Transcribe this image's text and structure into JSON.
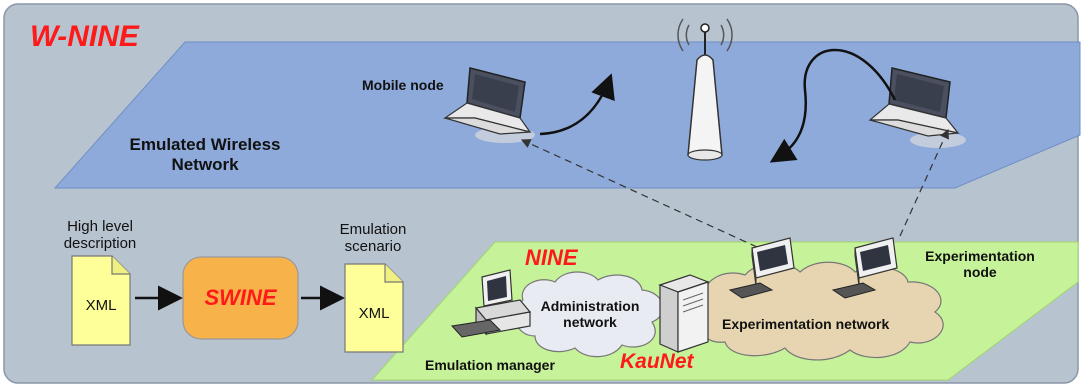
{
  "title": "W-NINE",
  "colors": {
    "outer_bg": "#b8c3d0",
    "wireless_plane": "#8eaadb",
    "nine_plane": "#c6f29a",
    "doc_fill": "#ffff99",
    "swine_fill": "#f7b24a",
    "cloud_admin": "#e8ebf2",
    "cloud_exp": "#e6d5b0",
    "accent_red": "#ff1a1a"
  },
  "wireless": {
    "label_line1": "Emulated Wireless",
    "label_line2": "Network",
    "mobile_node_label": "Mobile node"
  },
  "pipeline": {
    "input_label_line1": "High level",
    "input_label_line2": "description",
    "input_doc_text": "XML",
    "tool_label": "SWINE",
    "output_label_line1": "Emulation",
    "output_label_line2": "scenario",
    "output_doc_text": "XML"
  },
  "nine": {
    "title": "NINE",
    "admin_network_line1": "Administration",
    "admin_network_line2": "network",
    "experimentation_network": "Experimentation network",
    "experimentation_node_line1": "Experimentation",
    "experimentation_node_line2": "node",
    "emulation_manager": "Emulation manager",
    "kaunet": "KauNet"
  }
}
